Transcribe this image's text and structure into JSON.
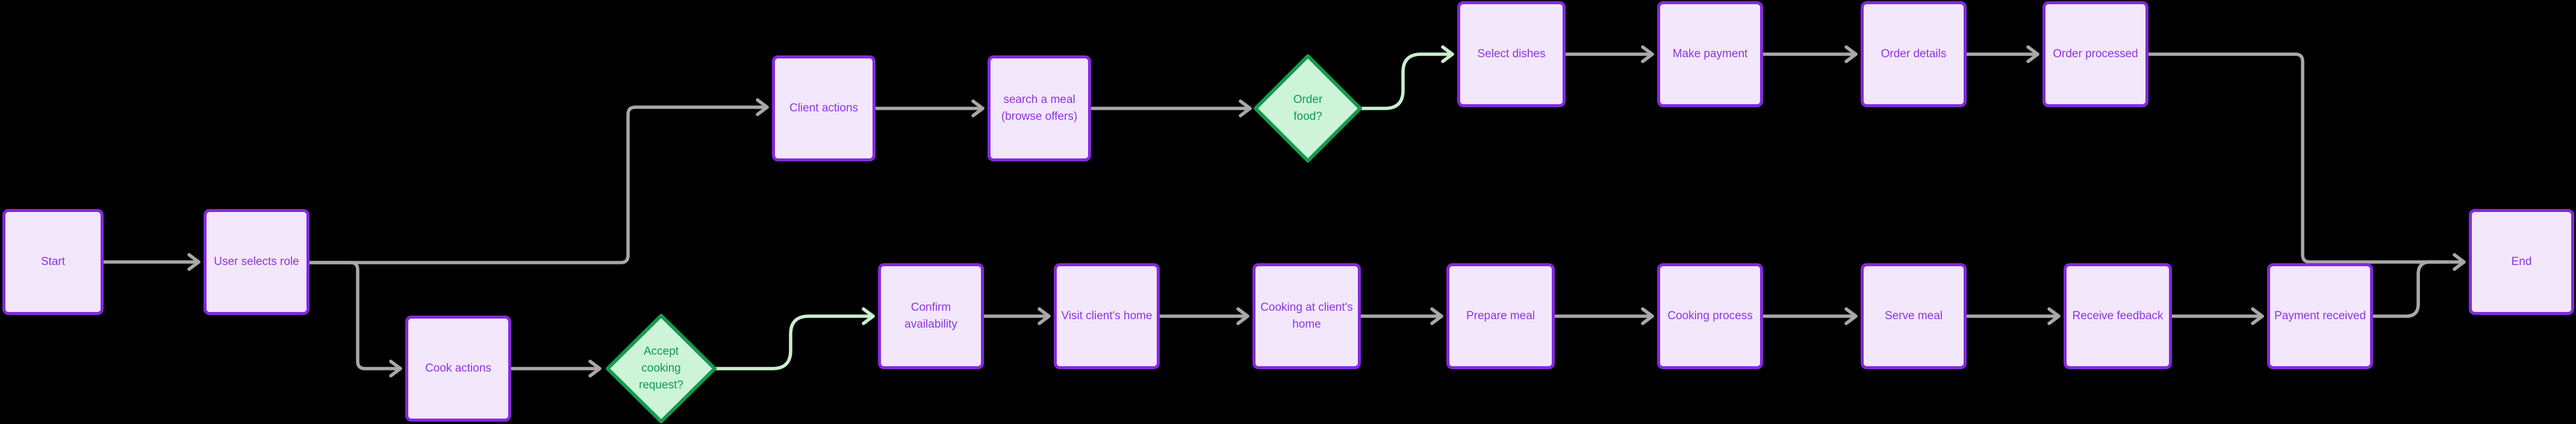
{
  "diagram": {
    "type": "flowchart",
    "direction": "left-to-right",
    "colors": {
      "background": "#000000",
      "rect_fill": "#f3e7fc",
      "rect_border": "#8429dd",
      "rect_text": "#8d35e2",
      "diamond_fill": "#cdf4d8",
      "diamond_border": "#169a4d",
      "diamond_text": "#0f9b52",
      "edge_default": "#a8a8a8",
      "edge_highlight": "#c9efcf"
    },
    "nodes": [
      {
        "id": "start",
        "label": "Start",
        "shape": "rect"
      },
      {
        "id": "user-selects-role",
        "label": "User selects role",
        "shape": "rect"
      },
      {
        "id": "cook-actions",
        "label": "Cook actions",
        "shape": "rect"
      },
      {
        "id": "accept-cooking-request",
        "label": "Accept cooking request?",
        "shape": "diamond"
      },
      {
        "id": "client-actions",
        "label": "Client actions",
        "shape": "rect"
      },
      {
        "id": "search-a-meal",
        "label": "search a meal (browse offers)",
        "shape": "rect"
      },
      {
        "id": "order-food",
        "label": "Order food?",
        "shape": "diamond"
      },
      {
        "id": "select-dishes",
        "label": "Select dishes",
        "shape": "rect"
      },
      {
        "id": "make-payment",
        "label": "Make payment",
        "shape": "rect"
      },
      {
        "id": "order-details",
        "label": "Order details",
        "shape": "rect"
      },
      {
        "id": "order-processed",
        "label": "Order processed",
        "shape": "rect"
      },
      {
        "id": "confirm-availability",
        "label": "Confirm availability",
        "shape": "rect"
      },
      {
        "id": "visit-clients-home",
        "label": "Visit client's home",
        "shape": "rect"
      },
      {
        "id": "cooking-at-clients-home",
        "label": "Cooking at client's home",
        "shape": "rect"
      },
      {
        "id": "prepare-meal",
        "label": "Prepare meal",
        "shape": "rect"
      },
      {
        "id": "cooking-process",
        "label": "Cooking process",
        "shape": "rect"
      },
      {
        "id": "serve-meal",
        "label": "Serve meal",
        "shape": "rect"
      },
      {
        "id": "receive-feedback",
        "label": "Receive feedback",
        "shape": "rect"
      },
      {
        "id": "payment-received",
        "label": "Payment received",
        "shape": "rect"
      },
      {
        "id": "end",
        "label": "End",
        "shape": "rect"
      }
    ],
    "edges": [
      {
        "from": "start",
        "to": "user-selects-role",
        "style": "default"
      },
      {
        "from": "user-selects-role",
        "to": "cook-actions",
        "style": "default"
      },
      {
        "from": "user-selects-role",
        "to": "client-actions",
        "style": "default"
      },
      {
        "from": "cook-actions",
        "to": "accept-cooking-request",
        "style": "default"
      },
      {
        "from": "accept-cooking-request",
        "to": "confirm-availability",
        "style": "highlight"
      },
      {
        "from": "client-actions",
        "to": "search-a-meal",
        "style": "default"
      },
      {
        "from": "search-a-meal",
        "to": "order-food",
        "style": "default"
      },
      {
        "from": "order-food",
        "to": "select-dishes",
        "style": "highlight"
      },
      {
        "from": "select-dishes",
        "to": "make-payment",
        "style": "default"
      },
      {
        "from": "make-payment",
        "to": "order-details",
        "style": "default"
      },
      {
        "from": "order-details",
        "to": "order-processed",
        "style": "default"
      },
      {
        "from": "order-processed",
        "to": "end",
        "style": "default"
      },
      {
        "from": "confirm-availability",
        "to": "visit-clients-home",
        "style": "default"
      },
      {
        "from": "visit-clients-home",
        "to": "cooking-at-clients-home",
        "style": "default"
      },
      {
        "from": "cooking-at-clients-home",
        "to": "prepare-meal",
        "style": "default"
      },
      {
        "from": "prepare-meal",
        "to": "cooking-process",
        "style": "default"
      },
      {
        "from": "cooking-process",
        "to": "serve-meal",
        "style": "default"
      },
      {
        "from": "serve-meal",
        "to": "receive-feedback",
        "style": "default"
      },
      {
        "from": "receive-feedback",
        "to": "payment-received",
        "style": "default"
      },
      {
        "from": "payment-received",
        "to": "end",
        "style": "default"
      }
    ]
  }
}
